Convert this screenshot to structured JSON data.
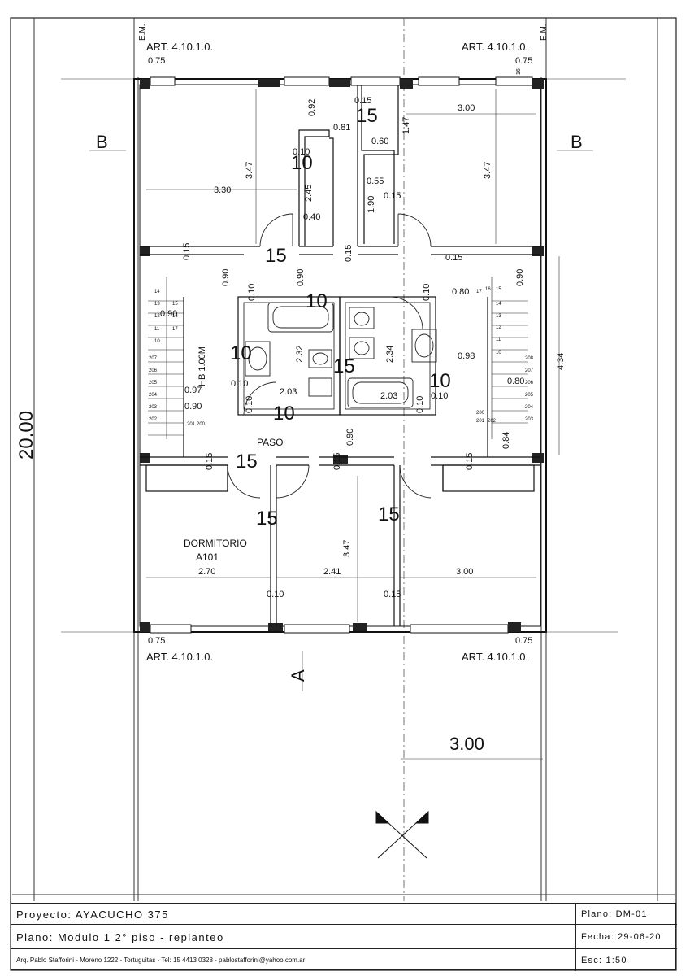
{
  "plan": {
    "art": "ART. 4.10.1.0.",
    "em": "E.M.",
    "section_b": "B",
    "section_a": "A",
    "total_length": "20.00",
    "rear_width": "3.00",
    "paso": "PASO",
    "room_name": "DORMITORIO",
    "room_code": "A101",
    "stair_note": "HB 1.00M",
    "small_16": "16",
    "dims": {
      "d075": "0.75",
      "d092": "0.92",
      "d015": "0.15",
      "d081": "0.81",
      "d147": "1.47",
      "d300": "3.00",
      "d060": "0.60",
      "d010": "0.10",
      "d347": "3.47",
      "d330": "3.30",
      "d245": "2.45",
      "d055": "0.55",
      "d190": "1.90",
      "d040": "0.40",
      "d090": "0.90",
      "d080": "0.80",
      "d232": "2.32",
      "d234": "2.34",
      "d098": "0.98",
      "d434": "4.34",
      "d097": "0.97",
      "d203": "2.03",
      "d084": "0.84",
      "d270": "2.70",
      "d241": "2.41"
    },
    "walls": {
      "w15": "15",
      "w10": "10"
    },
    "stair_left": [
      "14",
      "13",
      "12",
      "11",
      "10",
      "15",
      "16",
      "17",
      "207",
      "206",
      "205",
      "204",
      "203",
      "202",
      "201",
      "200"
    ],
    "stair_right": [
      "17",
      "16",
      "15",
      "14",
      "13",
      "12",
      "11",
      "10",
      "208",
      "207",
      "206",
      "205",
      "204",
      "203",
      "200",
      "201",
      "202"
    ]
  },
  "titleblock": {
    "proyecto": "Proyecto: AYACUCHO 375",
    "plano_desc": "Plano: Modulo 1 2° piso - replanteo",
    "autor": "Arq. Pablo Stafforini - Moreno 1222 - Tortuguitas   - Tel: 15 4413 0328  -  pablostafforini@yahoo.com.ar",
    "plano_num": "Plano:   DM-01",
    "fecha": "Fecha: 29-06-20",
    "escala": "Esc: 1:50"
  }
}
